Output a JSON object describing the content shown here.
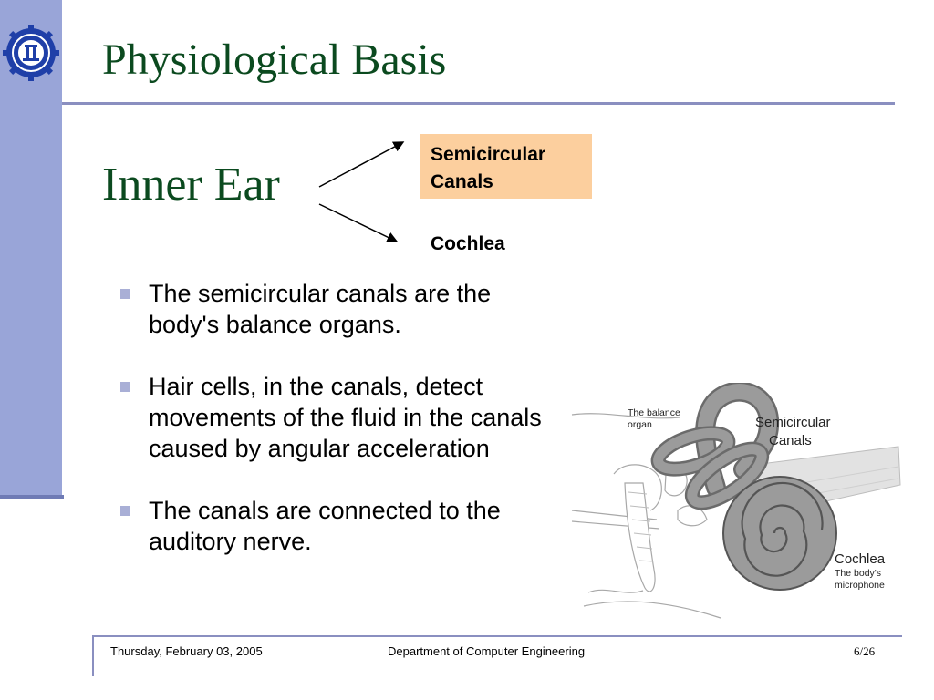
{
  "slide": {
    "title": "Physiological Basis",
    "subheading": "Inner Ear",
    "branches": {
      "top_line1": "Semicircular",
      "top_line2": "Canals",
      "bottom": "Cochlea"
    },
    "bullets": [
      "The semicircular canals are the body's balance organs.",
      "Hair cells, in the canals, detect movements of the fluid in the canals caused by angular acceleration",
      "The canals are connected to the auditory nerve."
    ],
    "diagram_labels": {
      "balance_line1": "The balance",
      "balance_line2": "organ",
      "canals_line1": "Semicircular",
      "canals_line2": "Canals",
      "cochlea": "Cochlea",
      "cochlea_sub1": "The body's",
      "cochlea_sub2": "microphone"
    }
  },
  "footer": {
    "date": "Thursday, February 03, 2005",
    "department": "Department of Computer Engineering",
    "page": "6/26"
  },
  "colors": {
    "title_green": "#0b4a1f",
    "sidebar_blue": "#99A5D8",
    "highlight_box": "#FCCF9E",
    "bullet_marker": "#A9AFD6",
    "logo_blue": "#1f3fa8"
  },
  "icons": {
    "logo": "university-gear-logo",
    "bullet": "square-bullet-icon"
  }
}
